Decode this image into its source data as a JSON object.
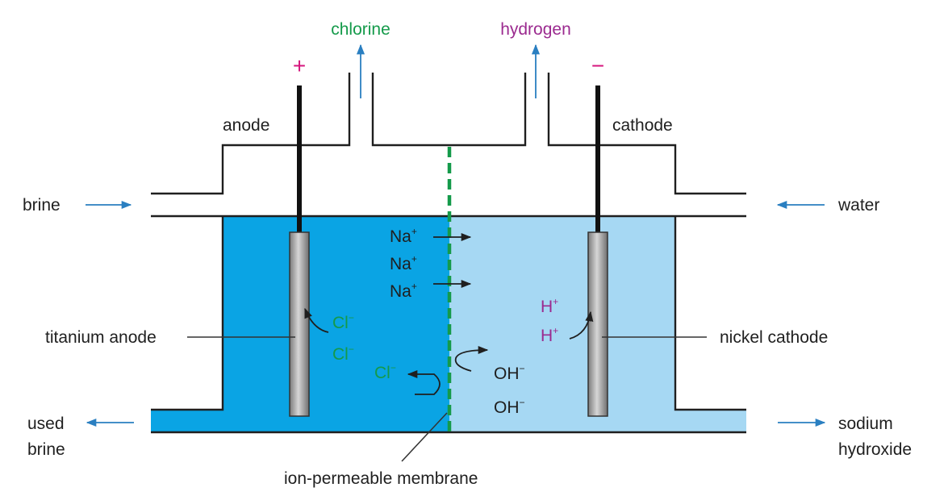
{
  "colors": {
    "anode_solution": "#0aa4e4",
    "cathode_solution": "#a6d8f3",
    "membrane": "#149a4a",
    "chlorine": "#149a4a",
    "hydrogen": "#9b2a8f",
    "positive_terminal": "#d6177e",
    "negative_terminal": "#d6177e",
    "flow_arrows": "#2a7fc1"
  },
  "labels": {
    "chlorine": "chlorine",
    "hydrogen": "hydrogen",
    "plus": "+",
    "minus": "−",
    "anode": "anode",
    "cathode": "cathode",
    "brine": "brine",
    "water": "water",
    "titanium_anode": "titanium anode",
    "nickel_cathode": "nickel cathode",
    "used_brine_1": "used",
    "used_brine_2": "brine",
    "sodium_hydroxide_1": "sodium",
    "sodium_hydroxide_2": "hydroxide",
    "membrane": "ion-permeable membrane"
  },
  "ions": {
    "na": "Na",
    "na_charge": "+",
    "cl": "Cl",
    "cl_charge": "−",
    "h": "H",
    "h_charge": "+",
    "oh": "OH",
    "oh_charge": "−"
  },
  "icons": {
    "gas_out": "arrow-up-icon",
    "flow_in": "arrow-right-icon",
    "flow_out": "arrow-left-icon",
    "ion_migration": "curved-arrow-icon"
  }
}
